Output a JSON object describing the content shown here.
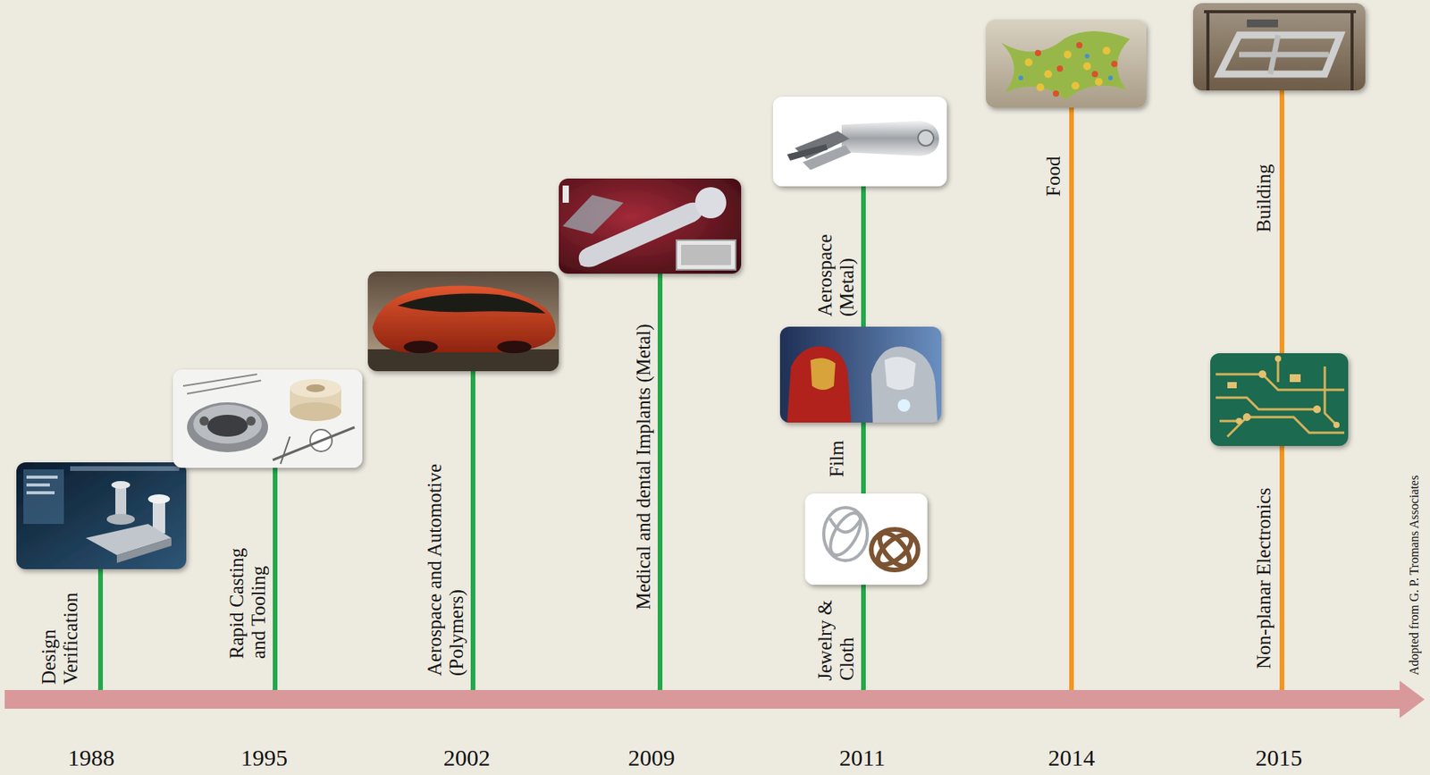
{
  "diagram": {
    "labels": [
      "Design Verification",
      "Rapid Casting and Tooling",
      "Aerospace and Automotive (Polymers)",
      "Medical and dental Implants (Metal)",
      "Jewelry & Cloth",
      "Film",
      "Aerospace (Metal)",
      "Food",
      "Non-planar Electronics",
      "Building",
      "1988",
      "1995",
      "2002",
      "2009",
      "2011",
      "2014",
      "2015",
      "Adopted from G. P. Tromans Associates"
    ]
  }
}
